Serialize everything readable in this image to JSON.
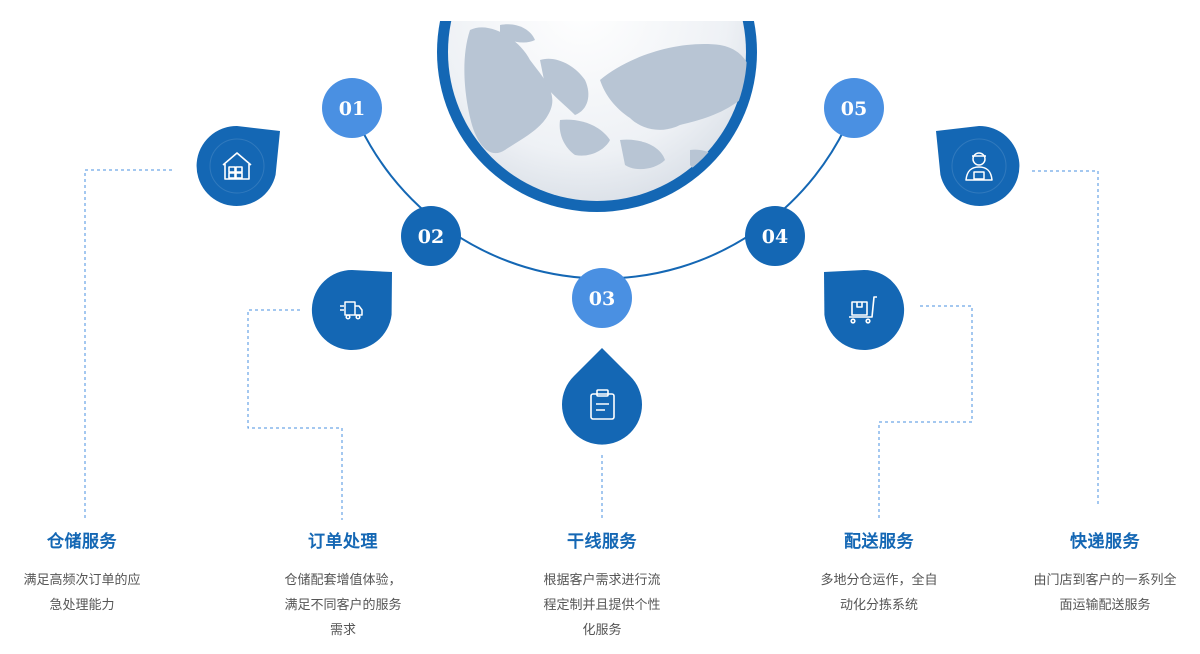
{
  "colors": {
    "dark_blue": "#1467b4",
    "light_blue": "#4a90e2",
    "globe_ring": "#1467b4",
    "land": "#b8c5d4",
    "ocean": "#f2f4f7",
    "dash": "#4a90e2"
  },
  "services": [
    {
      "number": "01",
      "title": "仓储服务",
      "icon": "warehouse-icon",
      "desc": [
        "满足高频次订单的应",
        "急处理能力"
      ]
    },
    {
      "number": "02",
      "title": "订单处理",
      "icon": "truck-icon",
      "desc": [
        "仓储配套增值体验，",
        "满足不同客户的服务",
        "需求"
      ]
    },
    {
      "number": "03",
      "title": "干线服务",
      "icon": "clipboard-icon",
      "desc": [
        "根据客户需求进行流",
        "程定制并且提供个性",
        "化服务"
      ]
    },
    {
      "number": "04",
      "title": "配送服务",
      "icon": "cart-icon",
      "desc": [
        "多地分仓运作，全自",
        "动化分拣系统"
      ]
    },
    {
      "number": "05",
      "title": "快递服务",
      "icon": "courier-icon",
      "desc": [
        "由门店到客户的一系列全",
        "面运输配送服务"
      ]
    }
  ]
}
